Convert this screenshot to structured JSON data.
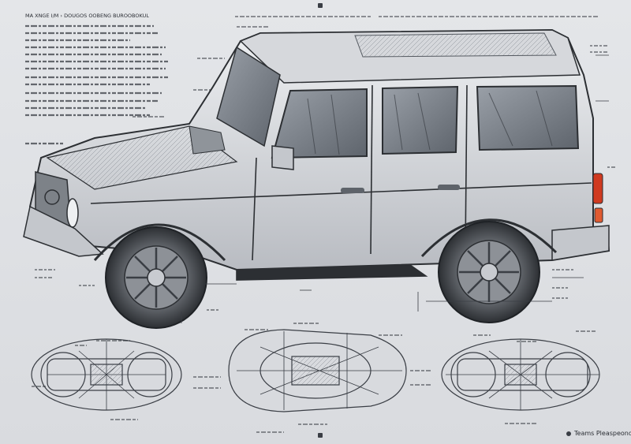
{
  "sheet": {
    "title_line": "MA XNGE I/M › DOUGOS OOBENG BUROOBOKUL",
    "corner_caption": "Teams Pleaspeond Sarik",
    "accent_colors": {
      "lamp_red": "#d03a20",
      "ink": "#2a2d33",
      "paper": "#e2e4e7",
      "body_silver": "#c9ccd1"
    }
  },
  "views": [
    "side-elevation",
    "front-chassis-plan",
    "center-drivetrain-plan",
    "rear-chassis-plan"
  ]
}
